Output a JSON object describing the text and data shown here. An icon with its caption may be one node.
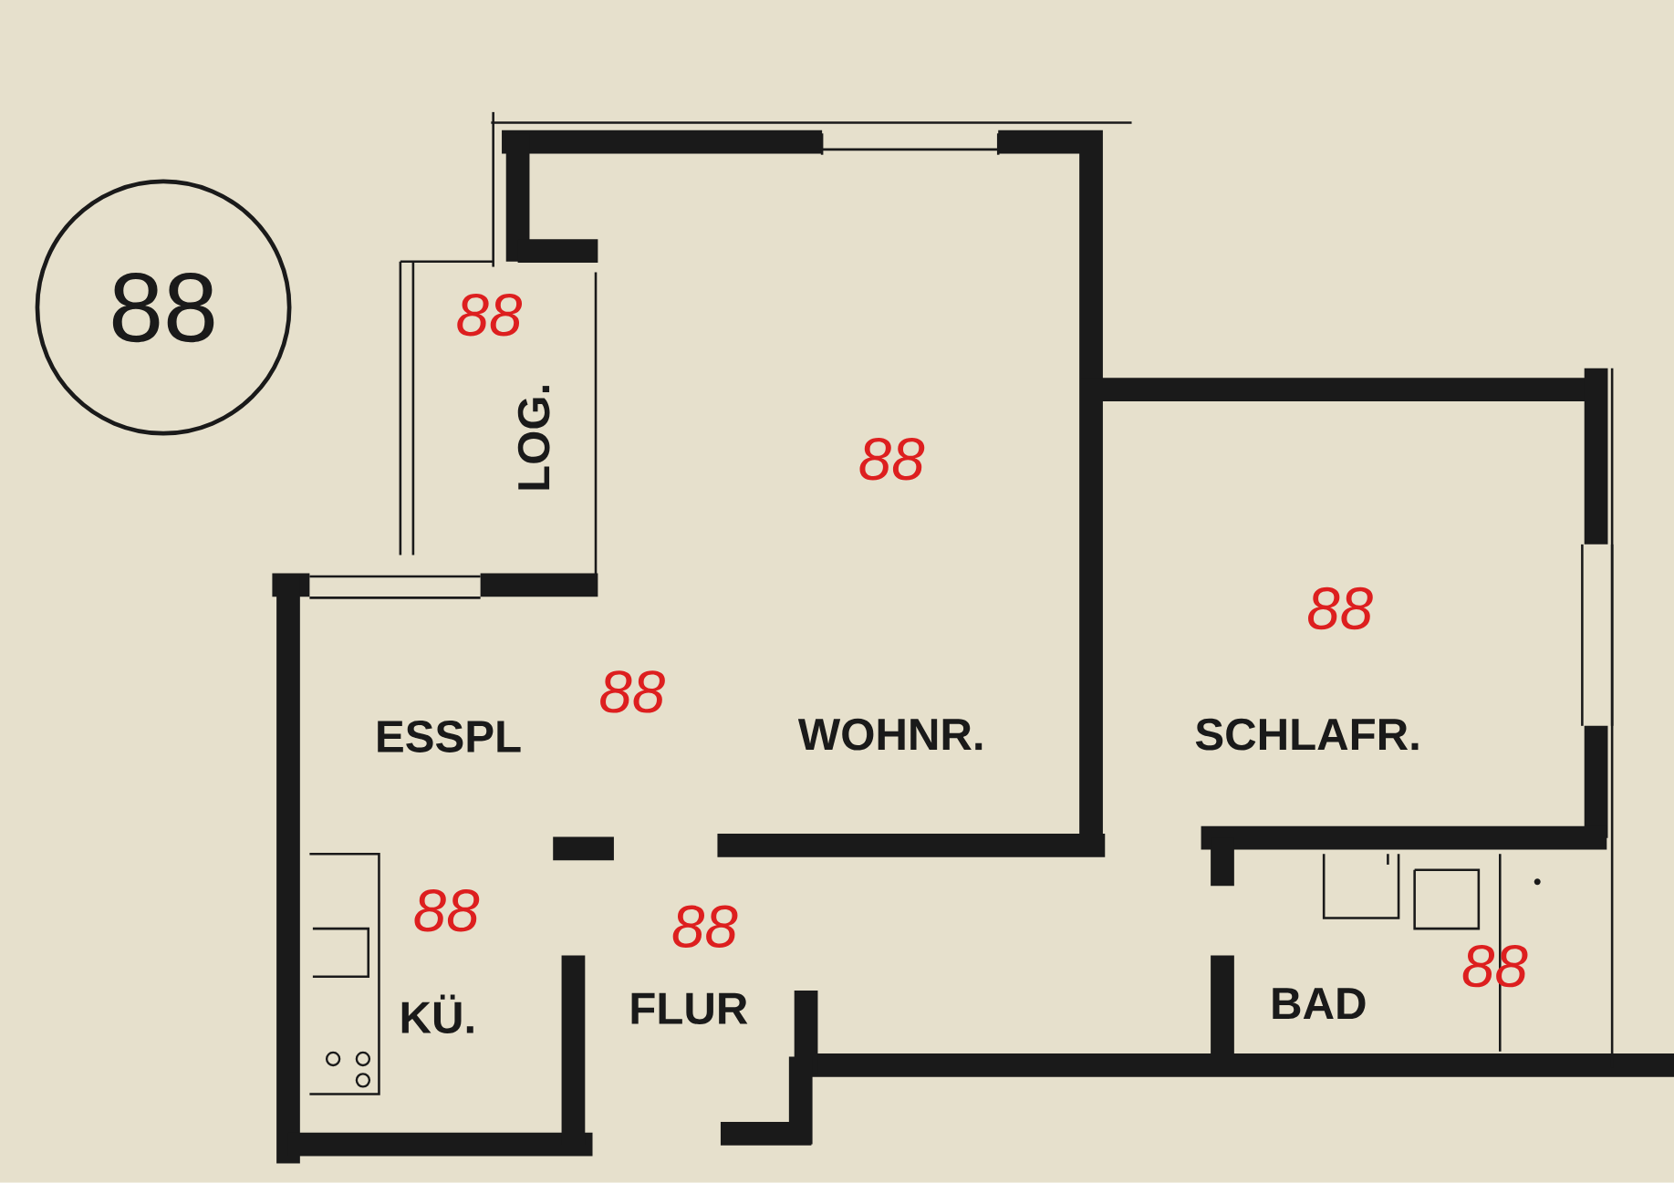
{
  "diagram": {
    "nodes": [
      {
        "text": [
          "88"
        ]
      }
    ],
    "labels": [
      "88",
      "LOG.",
      "88",
      "88",
      "88",
      "ESSPL",
      "WOHNR.",
      "SCHLAFR.",
      "88",
      "88",
      "88",
      "KÜ.",
      "FLUR",
      "BAD"
    ]
  }
}
